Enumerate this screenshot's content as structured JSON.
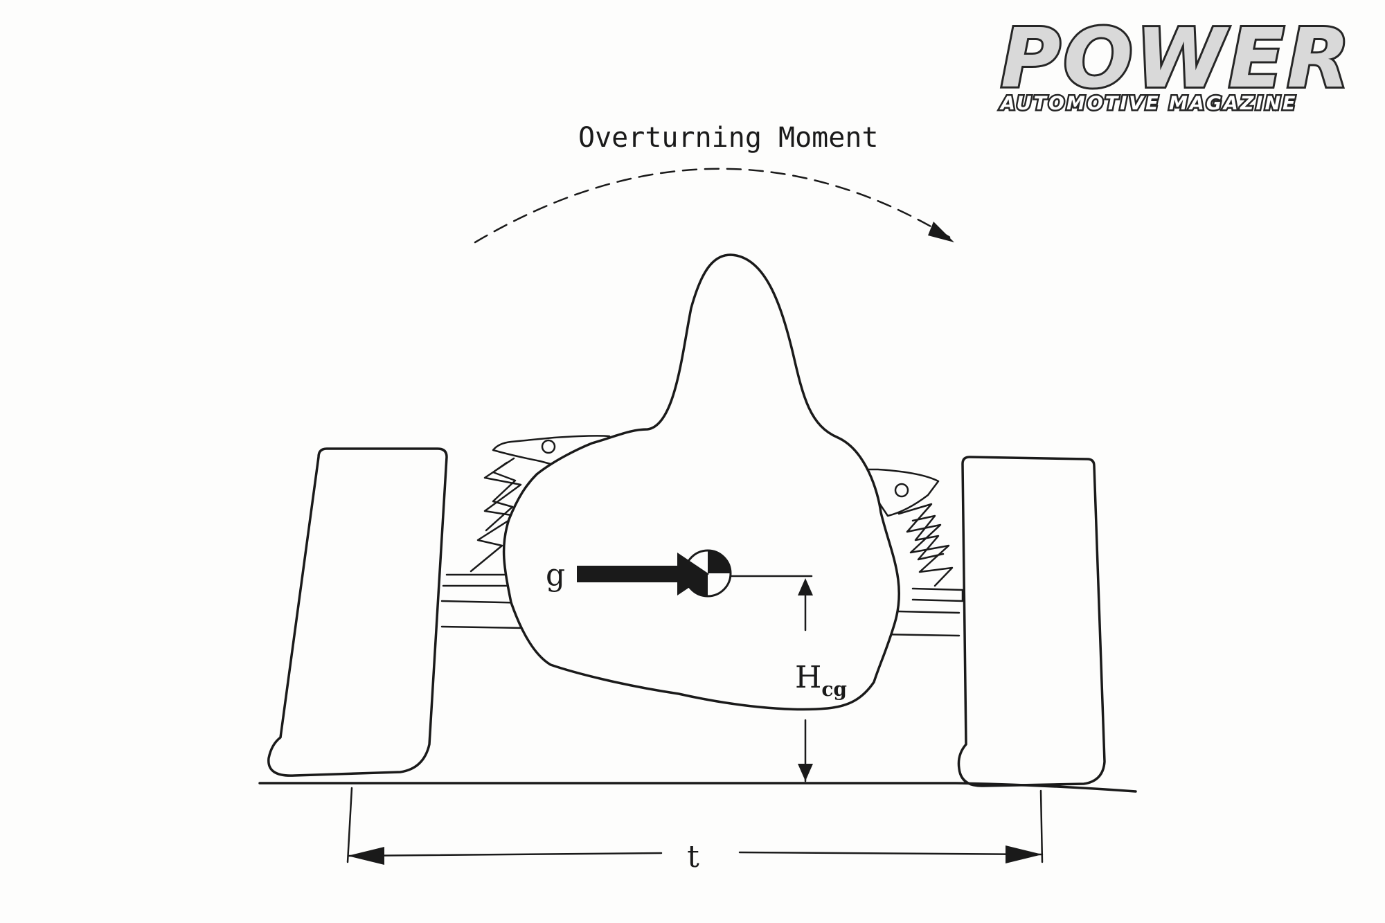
{
  "logo": {
    "title": "POWER",
    "subtitle": "AUTOMOTIVE MAGAZINE"
  },
  "diagram": {
    "title": "Overturning Moment",
    "g_label": "g",
    "height_label_main": "H",
    "height_label_sub": "cg",
    "track_label": "t"
  },
  "colors": {
    "ink": "#1a1a1a",
    "paper": "#fdfdfc"
  }
}
